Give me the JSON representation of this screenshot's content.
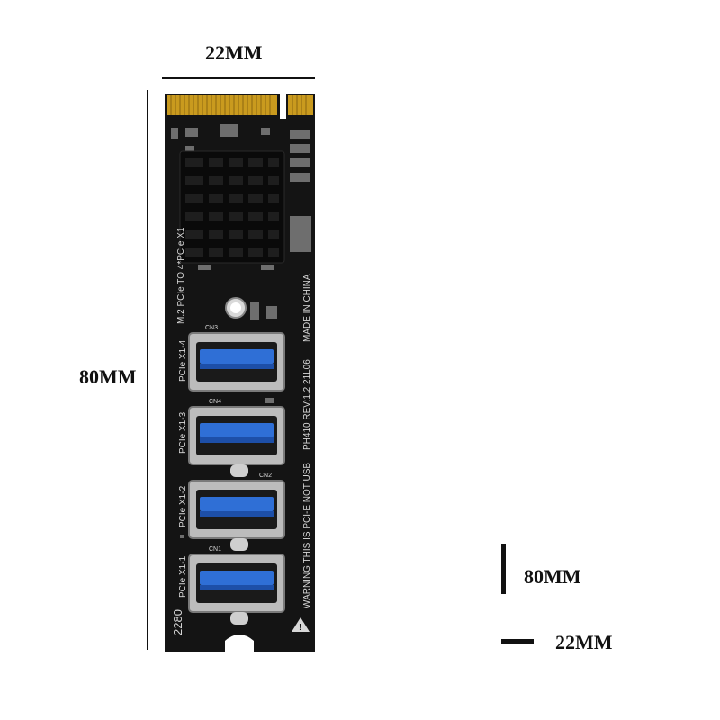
{
  "dimensions": {
    "width_label": "22MM",
    "length_label": "80MM",
    "legend_length_label": "80MM",
    "legend_width_label": "22MM"
  },
  "board": {
    "title": "M.2 PCIe TO 4*PCIe X1",
    "made_in": "MADE IN CHINA",
    "model": "PH410  REV:1.2  21L06",
    "warning": "WARNING THIS IS PCI-E NOT USB",
    "ports": [
      {
        "label": "PCIe X1-4",
        "connector": "CN3"
      },
      {
        "label": "PCIe X1-3",
        "connector": "CN4"
      },
      {
        "label": "PCIe X1-2",
        "connector": "CN2"
      },
      {
        "label": "PCIe X1-1",
        "connector": "CN1"
      }
    ],
    "key_size": "2280"
  },
  "colors": {
    "pcb": "#141414",
    "gold": "#c99a1e",
    "usb_blue": "#2f6fd6",
    "silkscreen": "#d8d8d8"
  }
}
